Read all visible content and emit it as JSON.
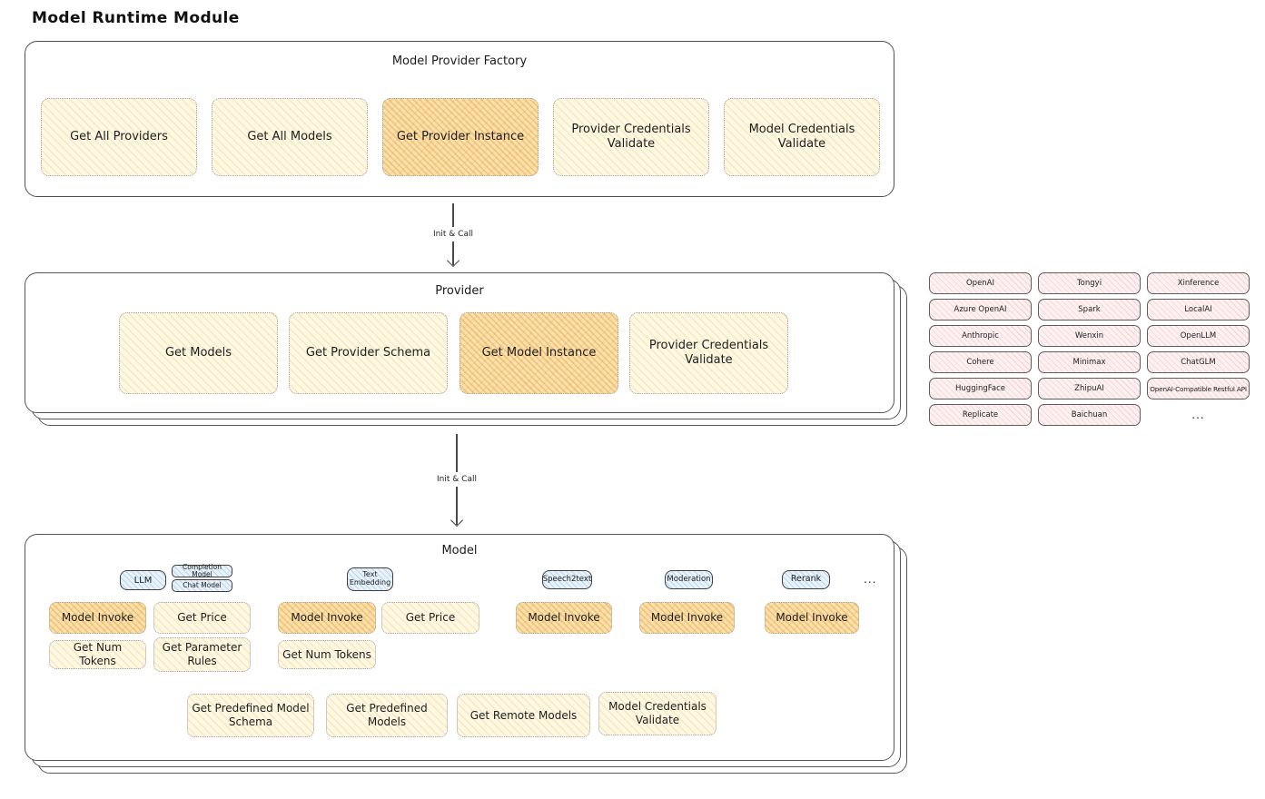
{
  "page_title": "Model Runtime Module",
  "arrow1": {
    "label": "Init & Call"
  },
  "arrow2": {
    "label": "Init & Call"
  },
  "factory": {
    "title": "Model Provider Factory",
    "buttons": [
      {
        "label": "Get All Providers",
        "highlighted": false
      },
      {
        "label": "Get All Models",
        "highlighted": false
      },
      {
        "label": "Get Provider Instance",
        "highlighted": true
      },
      {
        "label": "Provider Credentials Validate",
        "highlighted": false
      },
      {
        "label": "Model Credentials Validate",
        "highlighted": false
      }
    ]
  },
  "provider": {
    "title": "Provider",
    "buttons": [
      {
        "label": "Get Models",
        "highlighted": false
      },
      {
        "label": "Get Provider Schema",
        "highlighted": false
      },
      {
        "label": "Get Model Instance",
        "highlighted": true
      },
      {
        "label": "Provider Credentials Validate",
        "highlighted": false
      }
    ]
  },
  "providers_grid": {
    "items": [
      "OpenAI",
      "Tongyi",
      "Xinference",
      "Azure OpenAI",
      "Spark",
      "LocalAI",
      "Anthropic",
      "Wenxin",
      "OpenLLM",
      "Cohere",
      "Minimax",
      "ChatGLM",
      "HuggingFace",
      "ZhipuAI",
      "OpenAI-Compatible Restful API",
      "Replicate",
      "Baichuan"
    ],
    "more_label": "..."
  },
  "model": {
    "title": "Model",
    "types": {
      "llm": "LLM",
      "completion_model": "Completion Model",
      "chat_model": "Chat Model",
      "text_embedding": "Text Embedding",
      "speech2text": "Speech2text",
      "moderation": "Moderation",
      "rerank": "Rerank"
    },
    "more_label": "...",
    "llm_group": {
      "buttons": [
        {
          "label": "Model Invoke",
          "highlighted": true
        },
        {
          "label": "Get Price",
          "highlighted": false
        },
        {
          "label": "Get Num Tokens",
          "highlighted": false
        },
        {
          "label": "Get Parameter Rules",
          "highlighted": false
        }
      ]
    },
    "text_embedding_group": {
      "buttons": [
        {
          "label": "Model Invoke",
          "highlighted": true
        },
        {
          "label": "Get Price",
          "highlighted": false
        },
        {
          "label": "Get Num Tokens",
          "highlighted": false
        }
      ]
    },
    "speech2text_group": {
      "buttons": [
        {
          "label": "Model Invoke",
          "highlighted": true
        }
      ]
    },
    "moderation_group": {
      "buttons": [
        {
          "label": "Model Invoke",
          "highlighted": true
        }
      ]
    },
    "rerank_group": {
      "buttons": [
        {
          "label": "Model Invoke",
          "highlighted": true
        }
      ]
    },
    "common_buttons": [
      {
        "label": "Get Predefined Model Schema"
      },
      {
        "label": "Get Predefined Models"
      },
      {
        "label": "Get Remote Models"
      },
      {
        "label": "Model Credentials Validate"
      }
    ]
  },
  "colors": {
    "node_light_fill": "#fdf8e4",
    "node_highlight_fill": "#fae2b0",
    "provider_chip_fill": "#fdf0f0",
    "model_type_fill": "#e7f2fb",
    "outline": "#4f4f4f"
  }
}
